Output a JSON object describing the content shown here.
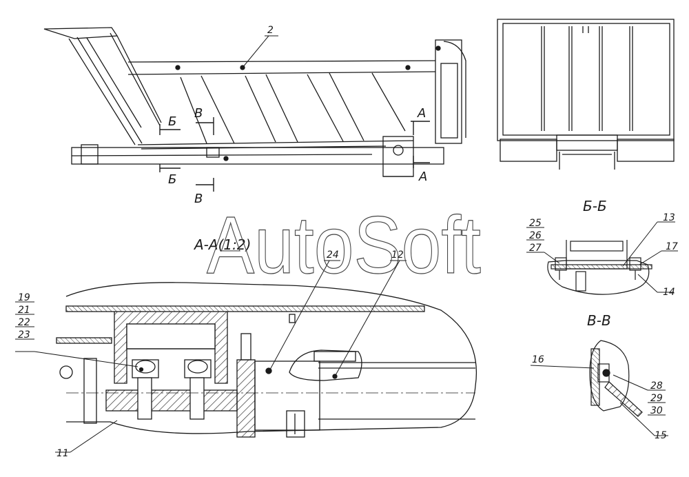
{
  "watermark": "AutoSoft",
  "view_labels": {
    "section_aa": "A-A(1:2)",
    "section_bb": "Б-Б",
    "section_vv": "В-В"
  },
  "section_markers": {
    "a": "А",
    "b": "Б",
    "v": "В"
  },
  "callouts": {
    "c2": "2",
    "c11": "11",
    "c12": "12",
    "c13": "13",
    "c14": "14",
    "c15": "15",
    "c16": "16",
    "c17": "17",
    "c19": "19",
    "c21": "21",
    "c22": "22",
    "c23": "23",
    "c24": "24",
    "c25": "25",
    "c26": "26",
    "c27": "27",
    "c28": "28",
    "c29": "29",
    "c30": "30"
  },
  "colors": {
    "line": "#1a1a1a",
    "hatch": "#333333",
    "background": "#ffffff"
  }
}
